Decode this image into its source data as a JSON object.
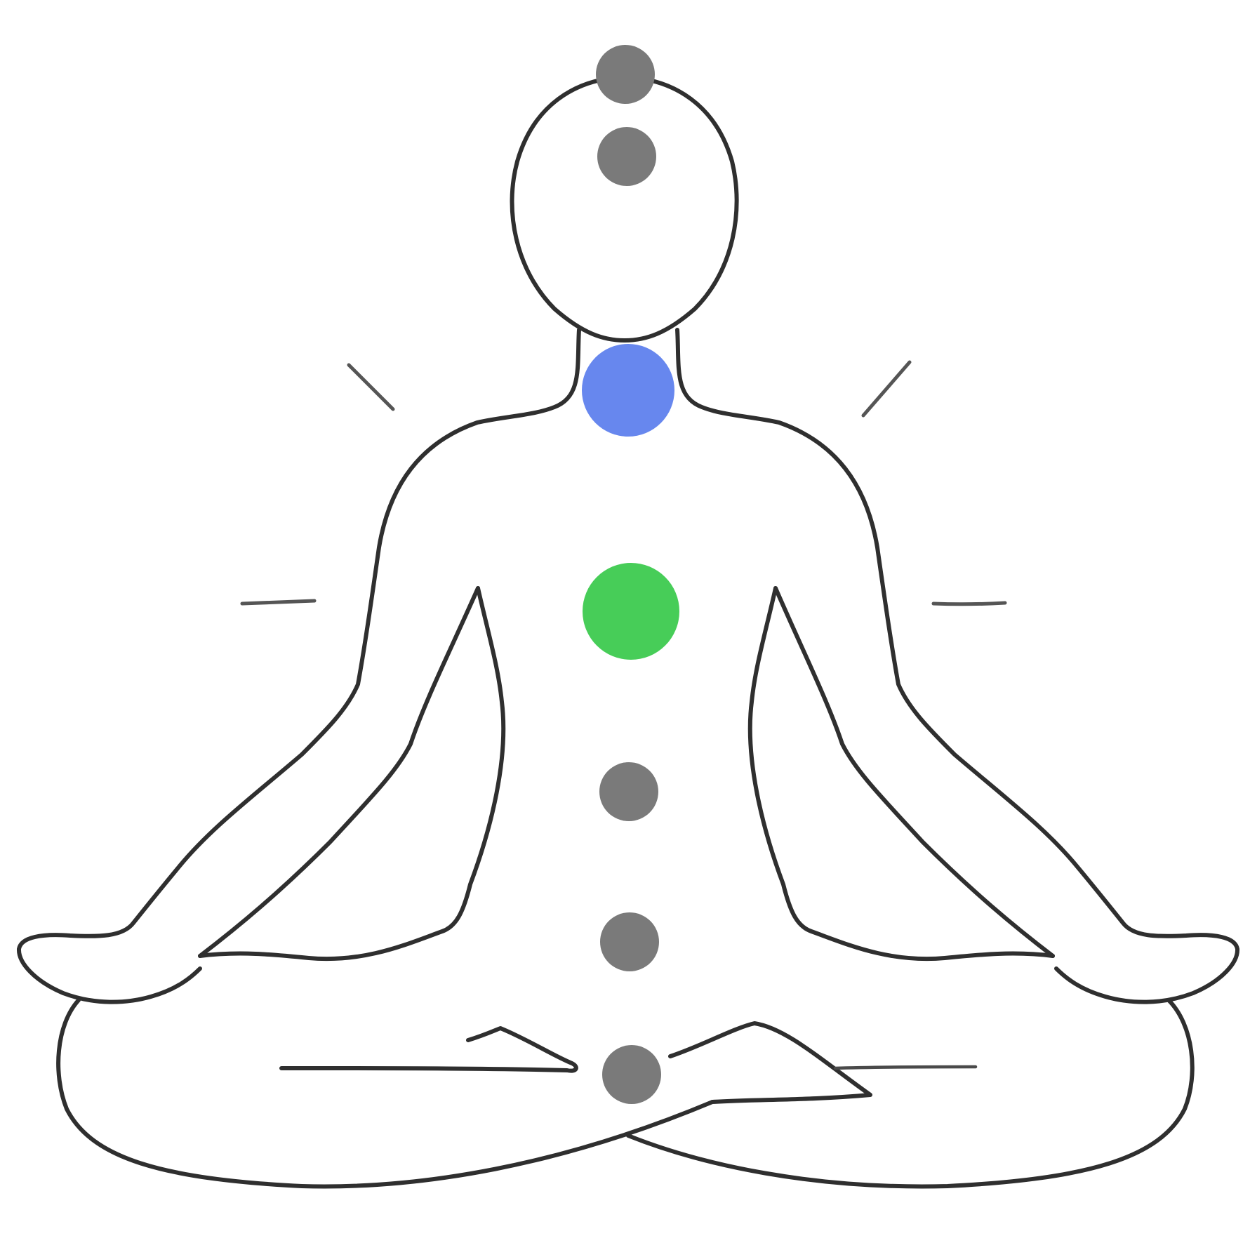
{
  "figure": {
    "background": "#ffffff",
    "outline_color": "#2f2f2f",
    "ray_color": "#555555"
  },
  "chakras": [
    {
      "name": "crown",
      "color": "#7a7a7a"
    },
    {
      "name": "third-eye",
      "color": "#7a7a7a"
    },
    {
      "name": "throat",
      "color": "#6787ee"
    },
    {
      "name": "heart",
      "color": "#47cd58"
    },
    {
      "name": "solar-plexus",
      "color": "#7a7a7a"
    },
    {
      "name": "sacral",
      "color": "#7a7a7a"
    },
    {
      "name": "root",
      "color": "#7a7a7a"
    }
  ]
}
